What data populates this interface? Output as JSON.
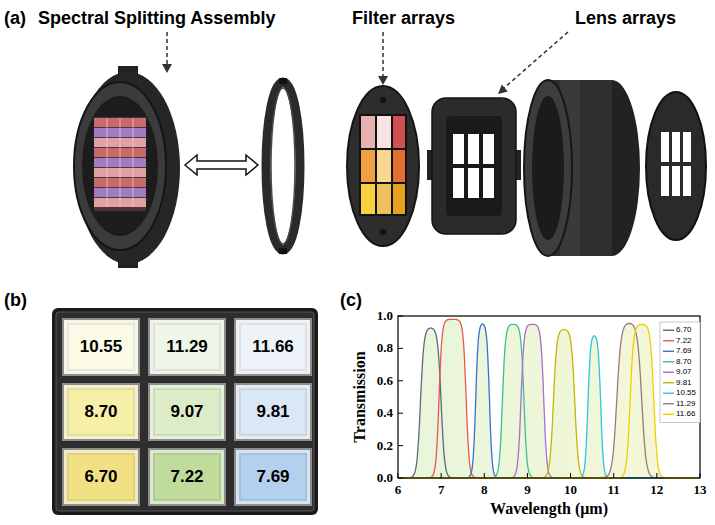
{
  "diagram": {
    "nodes": [
      {
        "text": [
          "10.55"
        ]
      },
      {
        "text": [
          "11.29"
        ]
      },
      {
        "text": [
          "11.66"
        ]
      },
      {
        "text": [
          "8.70"
        ]
      },
      {
        "text": [
          "9.07"
        ]
      },
      {
        "text": [
          "9.81"
        ]
      },
      {
        "text": [
          "6.70"
        ]
      },
      {
        "text": [
          "7.22"
        ]
      },
      {
        "text": [
          "7.69"
        ]
      }
    ],
    "labels": [
      "(a)",
      "Spectral Splitting Assembly",
      "Filter arrays",
      "Lens arrays",
      "(b)",
      "(c)",
      "1.0",
      "0.8",
      "0.6",
      "0.4",
      "0.2",
      "0.0",
      "6",
      "7",
      "8",
      "9",
      "10",
      "11",
      "12",
      "13",
      "Transmission",
      "Wavelength (μm)"
    ],
    "legend": [
      {
        "text": "6.70"
      },
      {
        "text": "7.22"
      },
      {
        "text": "7.69"
      },
      {
        "text": "8.70"
      },
      {
        "text": "9.07"
      },
      {
        "text": "9.81"
      },
      {
        "text": "10.55"
      },
      {
        "text": "11.29"
      },
      {
        "text": "11.66"
      }
    ]
  }
}
